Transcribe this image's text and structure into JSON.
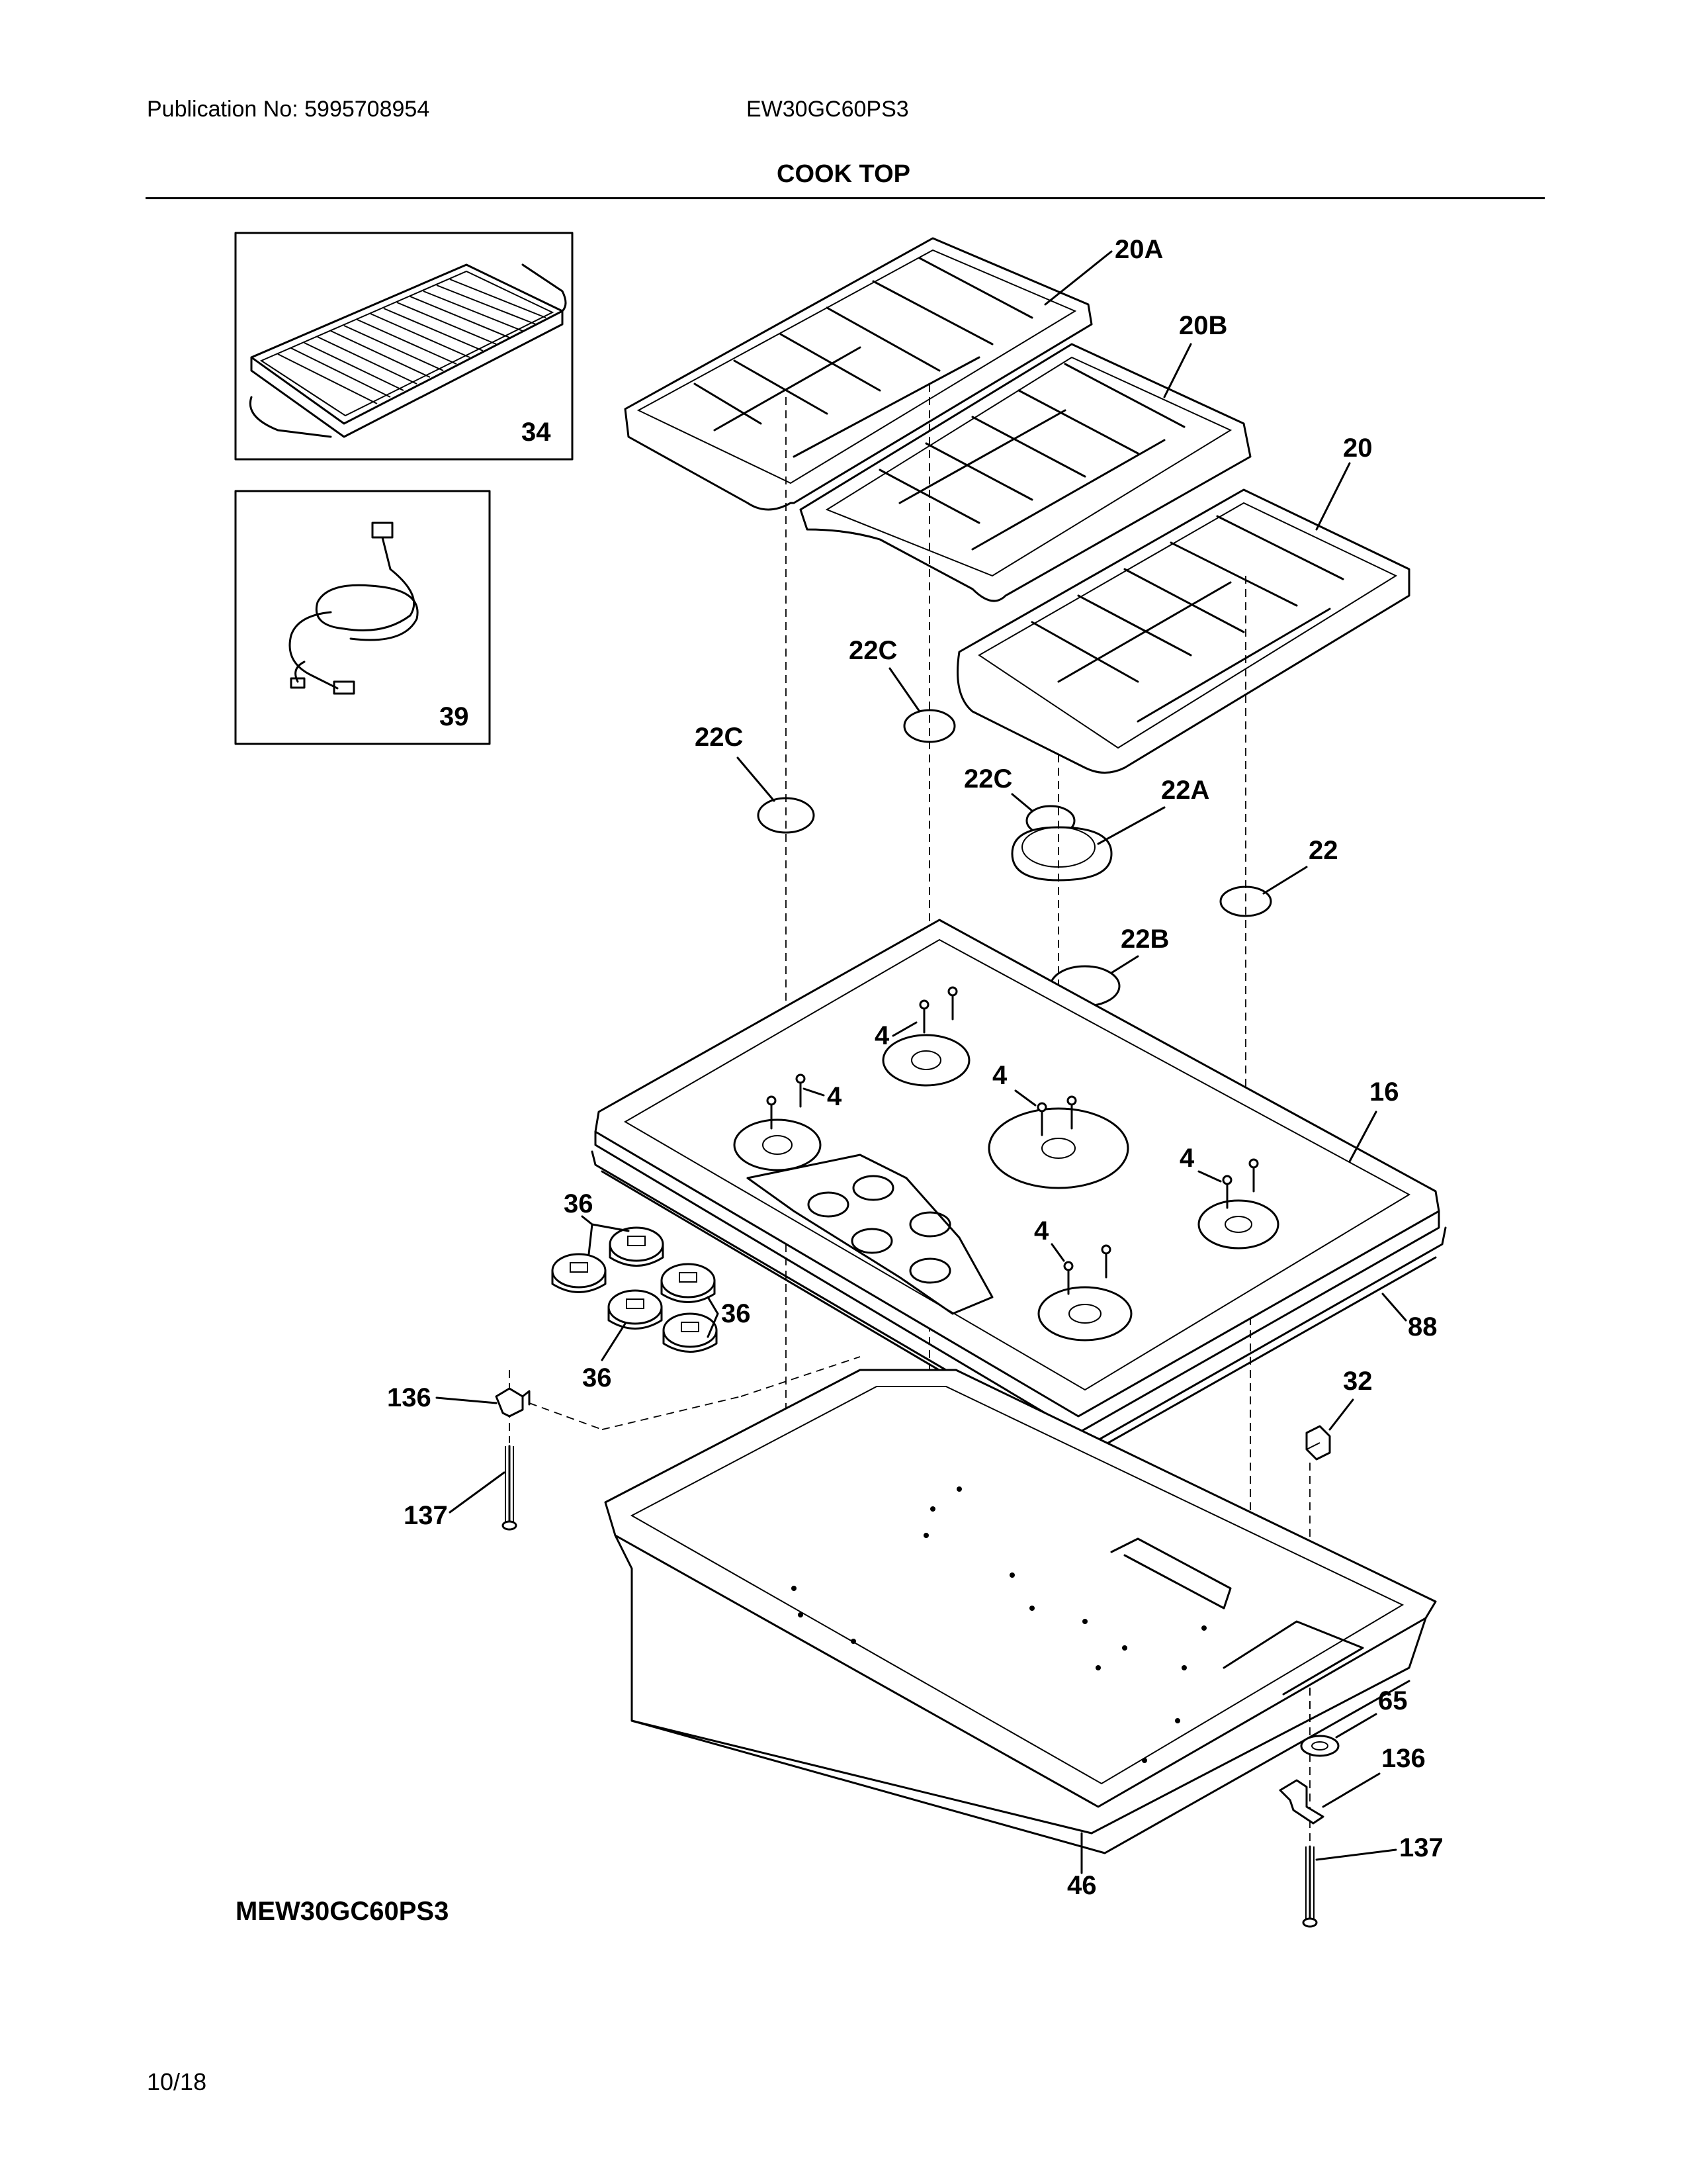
{
  "header": {
    "publication": "Publication No: 5995708954",
    "model": "EW30GC60PS3",
    "section_title": "COOK TOP"
  },
  "footer": {
    "model": "MEW30GC60PS3",
    "date": "10/18"
  },
  "callouts": {
    "p20a": "20A",
    "p20b": "20B",
    "p20": "20",
    "p22c_1": "22C",
    "p22c_2": "22C",
    "p22c_3": "22C",
    "p22a": "22A",
    "p22": "22",
    "p22b": "22B",
    "p4_1": "4",
    "p4_2": "4",
    "p4_3": "4",
    "p4_4": "4",
    "p4_5": "4",
    "p16": "16",
    "p36_1": "36",
    "p36_2": "36",
    "p36_3": "36",
    "p88": "88",
    "p32": "32",
    "p136_1": "136",
    "p137_1": "137",
    "p65": "65",
    "p136_2": "136",
    "p137_2": "137",
    "p46": "46",
    "p34": "34",
    "p39": "39"
  }
}
